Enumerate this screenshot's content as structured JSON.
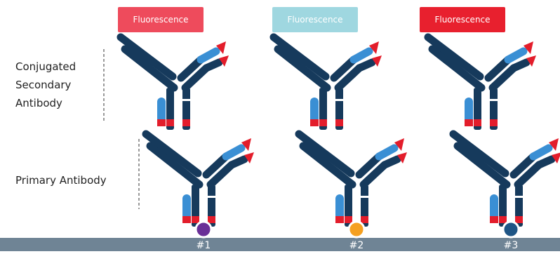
{
  "labels": {
    "conjugated": [
      "Conjugated",
      "Secondary",
      "Antibody"
    ],
    "primary": "Primary Antibody"
  },
  "fluorescence": [
    {
      "text": "Fluorescence",
      "color": "#ee4b5c"
    },
    {
      "text": "Fluorescence",
      "color": "#9fd7e0"
    },
    {
      "text": "Fluorescence",
      "color": "#e8202e"
    }
  ],
  "antigens": [
    {
      "label": "#1",
      "color": "#6a2f97"
    },
    {
      "label": "#2",
      "color": "#f5a020"
    },
    {
      "label": "#3",
      "color": "#1e5585"
    }
  ],
  "colors": {
    "heavy_chain": "#163a5c",
    "light_chain": "#3a8fd4",
    "tip": "#e31d2b",
    "base": "#6f8495"
  }
}
